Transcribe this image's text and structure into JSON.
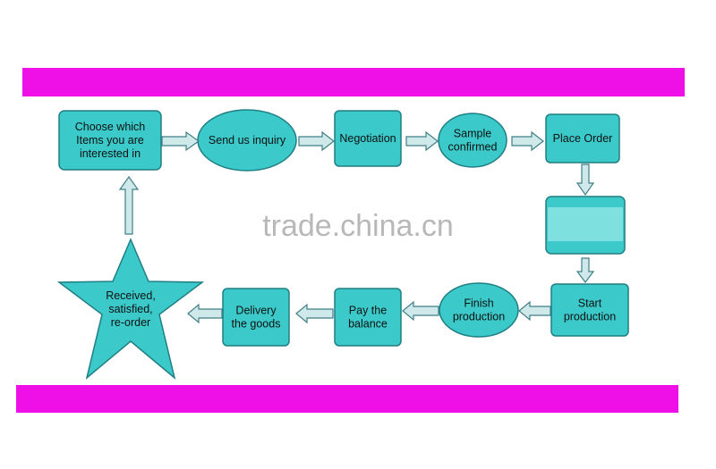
{
  "bands": {
    "color": "#ee10e6"
  },
  "colors": {
    "node_fill": "#3cc9c9",
    "node_stroke": "#1f7f83",
    "arrow_fill": "#cfe9ea"
  },
  "watermark": "trade.china.cn",
  "steps": {
    "choose": [
      "Choose which",
      "Items you are",
      "interested in"
    ],
    "inquiry": [
      "Send us inquiry"
    ],
    "negotiation": [
      "Negotiation"
    ],
    "sample": [
      "Sample",
      "confirmed"
    ],
    "order": [
      "Place Order"
    ],
    "hidden": [],
    "start": [
      "Start",
      "production"
    ],
    "finish": [
      "Finish",
      "production"
    ],
    "pay": [
      "Pay the",
      "balance"
    ],
    "delivery": [
      "Delivery",
      "the goods"
    ],
    "received": [
      "Received,",
      "satisfied,",
      "re-order"
    ]
  }
}
